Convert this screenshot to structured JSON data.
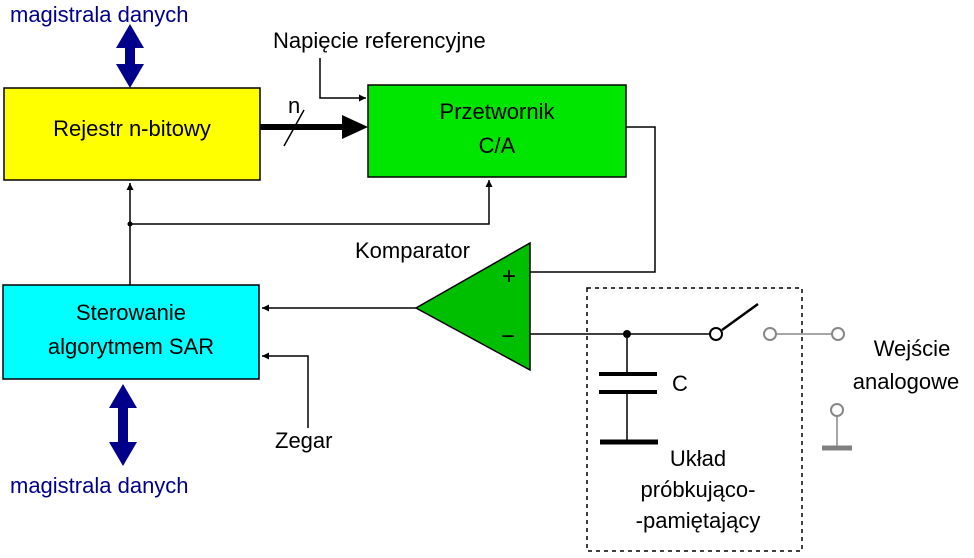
{
  "bus_top_label": "magistrala danych",
  "bus_bottom_label": "magistrala danych",
  "reference_voltage_label": "Napięcie referencyjne",
  "register": {
    "label": "Rejestr n-bitowy",
    "fill": "#ffff00"
  },
  "bus_width_label": "n",
  "dac": {
    "line1": "Przetwornik",
    "line2": "C/A",
    "fill": "#00e600"
  },
  "comparator": {
    "label": "Komparator",
    "plus": "+",
    "minus": "−",
    "fill": "#00bf00"
  },
  "sar": {
    "line1": "Sterowanie",
    "line2": "algorytmem SAR",
    "fill": "#00ffff"
  },
  "clock_label": "Zegar",
  "capacitor_label": "C",
  "analog_input": {
    "line1": "Wejście",
    "line2": "analogowe"
  },
  "sample_hold": {
    "line1": "Układ",
    "line2": "próbkująco-",
    "line3": "-pamiętający"
  },
  "colors": {
    "bus_arrow": "#00008b",
    "switch_gray": "#888888",
    "ground_gray": "#808080"
  }
}
